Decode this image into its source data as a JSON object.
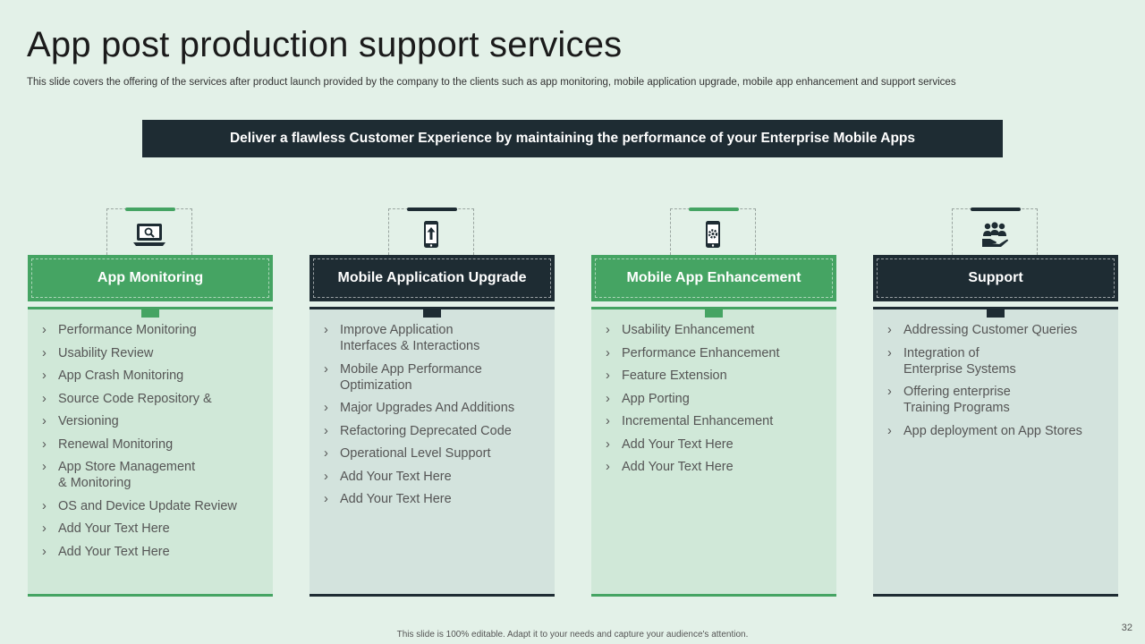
{
  "slide": {
    "title": "App post production support services",
    "subtitle": "This slide covers the offering of the services after product launch provided by the company to the clients such as app monitoring, mobile application upgrade, mobile app enhancement and support services",
    "banner": "Deliver a flawless Customer Experience by maintaining the performance of your Enterprise Mobile Apps",
    "footer": "This slide is 100% editable.  Adapt it to your needs and capture your audience's attention.",
    "page_number": "32"
  },
  "columns": [
    {
      "heading": "App Monitoring",
      "icon": "laptop-search-icon",
      "items": [
        "Performance Monitoring",
        "Usability Review",
        "App Crash Monitoring",
        "Source Code Repository &",
        "Versioning",
        "Renewal Monitoring",
        "App Store Management & Monitoring",
        "OS and Device Update Review",
        "Add Your Text Here",
        "Add Your Text Here"
      ]
    },
    {
      "heading": "Mobile Application Upgrade",
      "icon": "phone-upgrade-icon",
      "items": [
        "Improve Application Interfaces & Interactions",
        "Mobile App Performance Optimization",
        "Major Upgrades And Additions",
        "Refactoring Deprecated Code",
        "Operational Level Support",
        "Add Your Text Here",
        "Add Your Text Here"
      ]
    },
    {
      "heading": "Mobile App Enhancement",
      "icon": "phone-gear-icon",
      "items": [
        "Usability Enhancement",
        "Performance Enhancement",
        "Feature Extension",
        "App Porting",
        "Incremental Enhancement",
        "Add Your Text Here",
        "Add Your Text Here"
      ]
    },
    {
      "heading": "Support",
      "icon": "team-support-icon",
      "items": [
        "Addressing Customer Queries",
        "Integration of Enterprise Systems",
        "Offering enterprise Training Programs",
        "App deployment on App Stores"
      ]
    }
  ],
  "colors": {
    "green": "#45a463",
    "dark": "#1e2c33",
    "background": "#e3f1e8"
  }
}
